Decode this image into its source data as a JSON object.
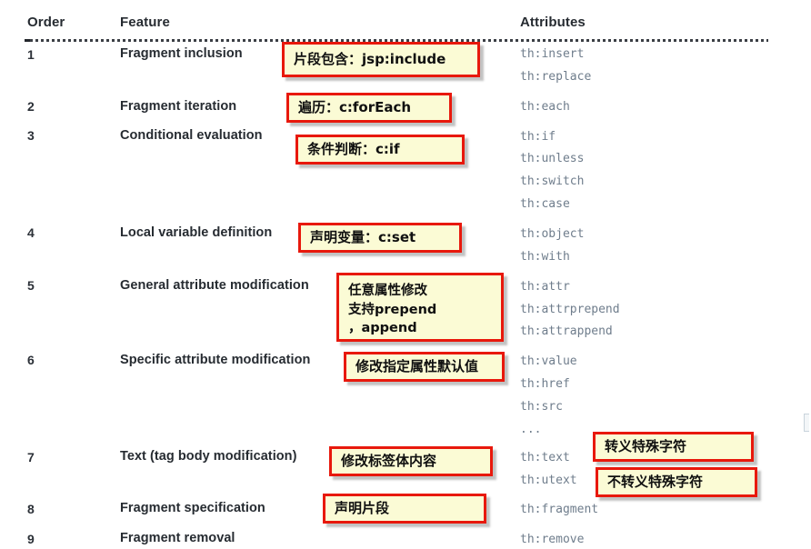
{
  "table": {
    "headers": {
      "order": "Order",
      "feature": "Feature",
      "attributes": "Attributes"
    },
    "rows": [
      {
        "order": "1",
        "feature": "Fragment inclusion",
        "attributes": [
          "th:insert",
          "th:replace"
        ]
      },
      {
        "order": "2",
        "feature": "Fragment iteration",
        "attributes": [
          "th:each"
        ]
      },
      {
        "order": "3",
        "feature": "Conditional evaluation",
        "attributes": [
          "th:if",
          "th:unless",
          "th:switch",
          "th:case"
        ]
      },
      {
        "order": "4",
        "feature": "Local variable definition",
        "attributes": [
          "th:object",
          "th:with"
        ]
      },
      {
        "order": "5",
        "feature": "General attribute modification",
        "attributes": [
          "th:attr",
          "th:attrprepend",
          "th:attrappend"
        ]
      },
      {
        "order": "6",
        "feature": "Specific attribute modification",
        "attributes": [
          "th:value",
          "th:href",
          "th:src",
          "..."
        ]
      },
      {
        "order": "7",
        "feature": "Text (tag body modification)",
        "attributes": [
          "th:text",
          "th:utext"
        ]
      },
      {
        "order": "8",
        "feature": "Fragment specification",
        "attributes": [
          "th:fragment"
        ]
      },
      {
        "order": "9",
        "feature": "Fragment removal",
        "attributes": [
          "th:remove"
        ]
      }
    ]
  },
  "annotations": [
    {
      "id": "note-fragment-inclusion",
      "text": "片段包含：jsp:include"
    },
    {
      "id": "note-fragment-iteration",
      "text": "遍历：c:forEach"
    },
    {
      "id": "note-conditional",
      "text": "条件判断：c:if"
    },
    {
      "id": "note-local-variable",
      "text": "声明变量：c:set"
    },
    {
      "id": "note-general-attribute",
      "text": "任意属性修改\n支持prepend\n，append"
    },
    {
      "id": "note-specific-attribute",
      "text": "修改指定属性默认值"
    },
    {
      "id": "note-text-body",
      "text": "修改标签体内容"
    },
    {
      "id": "note-escape",
      "text": "转义特殊字符"
    },
    {
      "id": "note-unescape",
      "text": "不转义特殊字符"
    },
    {
      "id": "note-fragment-spec",
      "text": "声明片段"
    }
  ],
  "colors": {
    "page_background": "#ffffff",
    "header_text": "#262b31",
    "attribute_text": "#6f7d8c",
    "callout_border": "#e8180c",
    "callout_fill": "#fbfbd5"
  }
}
